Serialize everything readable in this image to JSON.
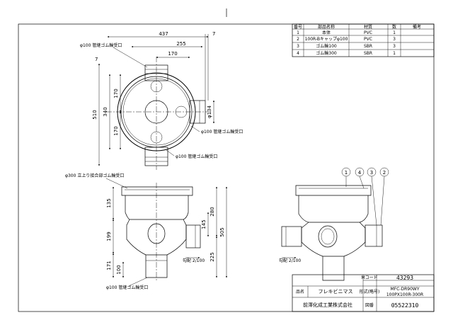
{
  "parts_table": {
    "headers": [
      "番号",
      "部品名称",
      "材質",
      "数",
      "備考"
    ],
    "rows": [
      {
        "no": "1",
        "name": "本体",
        "material": "PVC",
        "qty": "1",
        "note": ""
      },
      {
        "no": "2",
        "name": "100R-Bキャップφ100",
        "material": "PVC",
        "qty": "3",
        "note": ""
      },
      {
        "no": "3",
        "name": "ゴム輪100",
        "material": "SBR",
        "qty": "3",
        "note": ""
      },
      {
        "no": "4",
        "name": "ゴム輪300",
        "material": "SBR",
        "qty": "1",
        "note": ""
      }
    ]
  },
  "top_view": {
    "dims": {
      "w437": "437",
      "w255": "255",
      "w170": "170",
      "w7a": "7",
      "w7b": "7",
      "h510": "510",
      "h340": "340",
      "h170a": "170",
      "h170b": "170",
      "d134": "φ134"
    },
    "labels": {
      "top_inlet": "φ100 管継ゴム輪受口",
      "right_inlet": "φ100 管継ゴム輪受口",
      "bottom_inlet": "φ100 管継ゴム輪受口"
    }
  },
  "front_view": {
    "dims": {
      "v135": "135",
      "v199": "199",
      "v171": "171",
      "v100": "100",
      "v280": "280",
      "v145": "145",
      "v505": "505",
      "v225": "225"
    },
    "labels": {
      "top_socket": "φ300 立上り接合部ゴム輪受口",
      "slope": "勾配 2/100",
      "outlet": "φ100 管継ゴム輪受口"
    }
  },
  "iso_view": {
    "balloons": [
      "1",
      "4",
      "3",
      "2"
    ],
    "slope": "勾配 2/100"
  },
  "title_block": {
    "code_label": "Mコード",
    "code_value": "43293",
    "name_label": "品名",
    "name_value": "フレキビニマス",
    "model_label": "形式(略号)",
    "model_line1": "MFC-DR90WY",
    "model_line2": "100PX100R-300R",
    "company": "前澤化成工業株式会社",
    "drawing_no_label": "図番",
    "drawing_no": "05522310"
  }
}
